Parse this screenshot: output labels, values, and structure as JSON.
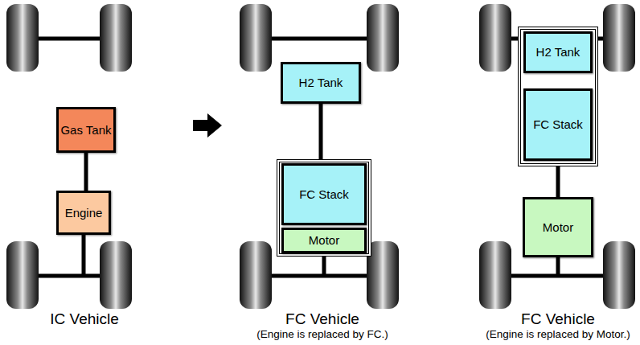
{
  "diagram": {
    "nodes": [
      {
        "text": [
          "Gas Tank"
        ]
      },
      {
        "text": [
          "Engine"
        ]
      },
      {
        "text": [
          "H2 Tank"
        ]
      },
      {
        "text": []
      },
      {
        "text": [
          "FC Stack"
        ],
        "in": 3
      },
      {
        "text": [
          "Motor"
        ],
        "in": 3
      },
      {
        "text": []
      },
      {
        "text": [
          "H2 Tank"
        ],
        "in": 6
      },
      {
        "text": [
          "FC Stack"
        ],
        "in": 6
      },
      {
        "text": [
          "Motor"
        ]
      }
    ],
    "edges": [
      {
        "from": 0,
        "to": 1,
        "arrow": "none"
      },
      {
        "from": 2,
        "to": 3,
        "arrow": "none"
      },
      {
        "from": 7,
        "to": 8,
        "arrow": "none"
      },
      {
        "from": 6,
        "to": 9,
        "arrow": "none"
      }
    ],
    "labels": [
      "IC Vehicle",
      "FC Vehicle",
      "(Engine is replaced by FC.)",
      "FC Vehicle",
      "(Engine is replaced by Motor.)"
    ]
  }
}
